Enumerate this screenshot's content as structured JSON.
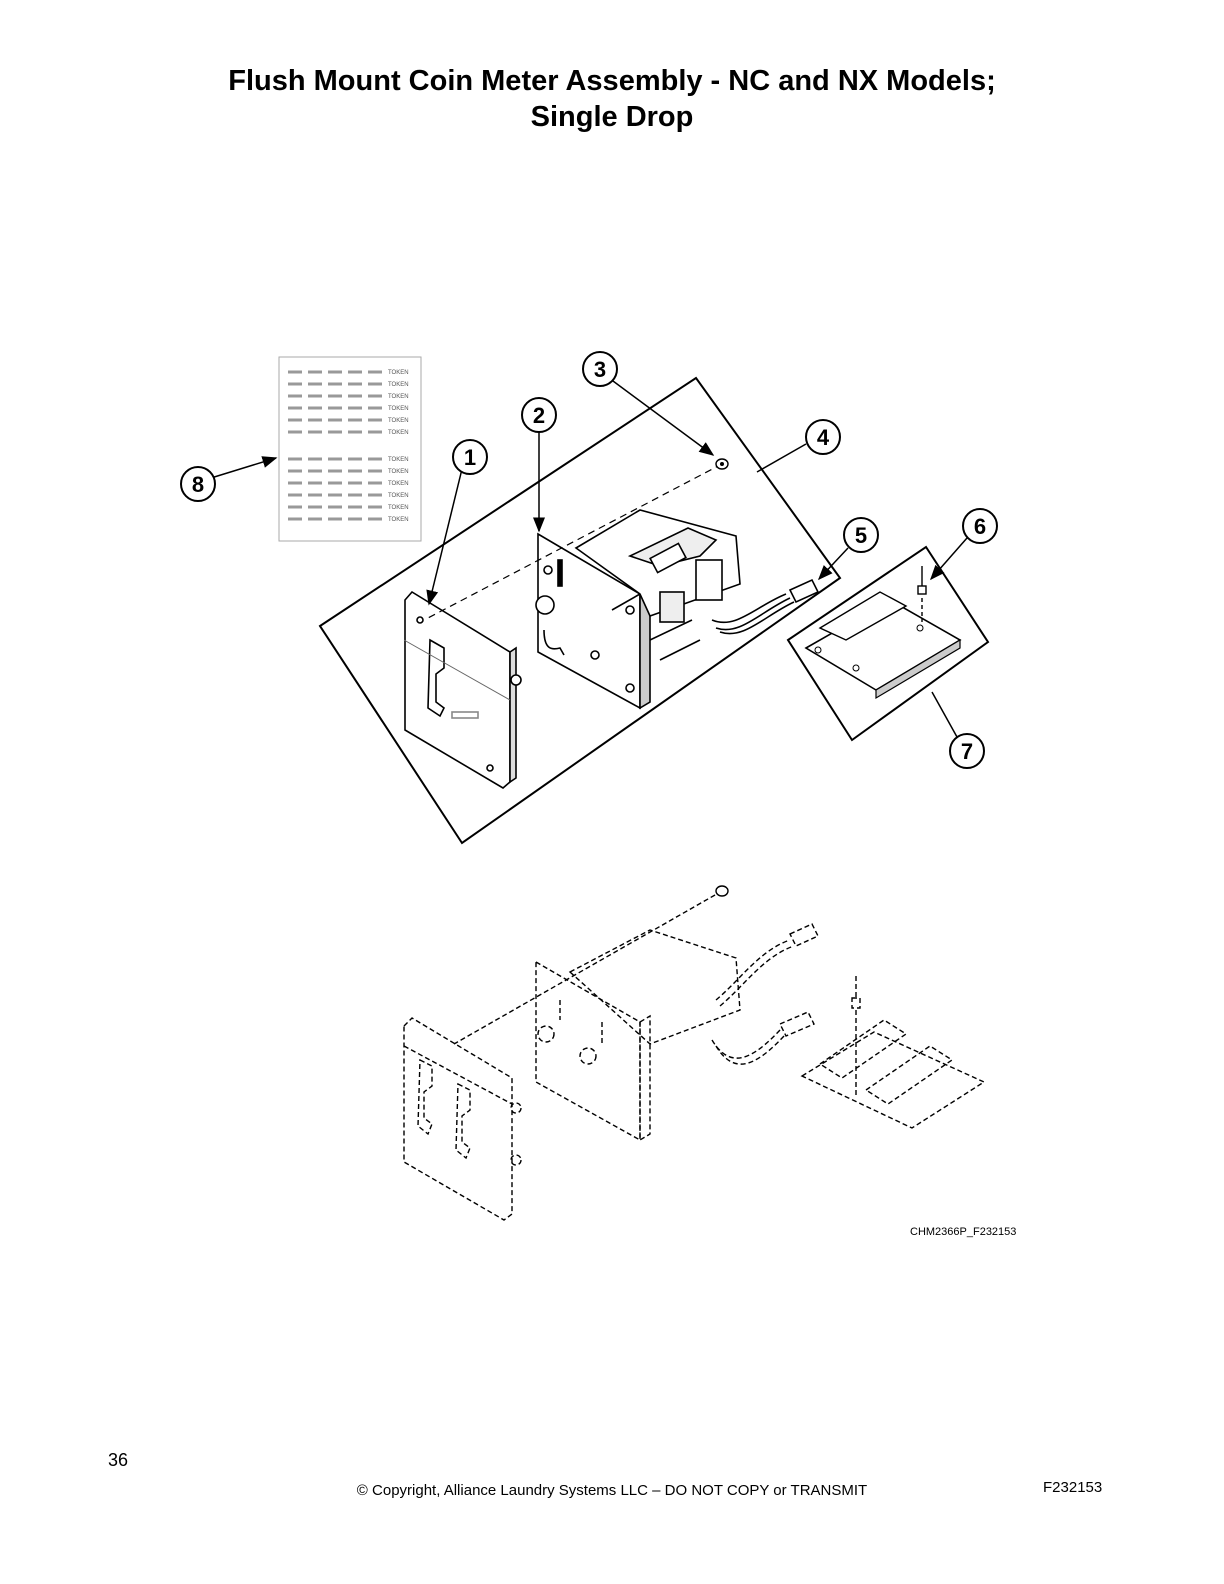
{
  "page": {
    "title_line_1": "Flush Mount Coin Meter Assembly - NC and NX Models;",
    "title_line_2": "Single Drop"
  },
  "callouts": [
    "1",
    "2",
    "3",
    "4",
    "5",
    "6",
    "7",
    "8"
  ],
  "label_sheet": {
    "token_text": "TOKEN"
  },
  "drawing_code": "CHM2366P_F232153",
  "footer": {
    "page_number": "36",
    "copyright": "© Copyright, Alliance Laundry Systems LLC – DO NOT COPY or TRANSMIT",
    "form_number": "F232153"
  }
}
